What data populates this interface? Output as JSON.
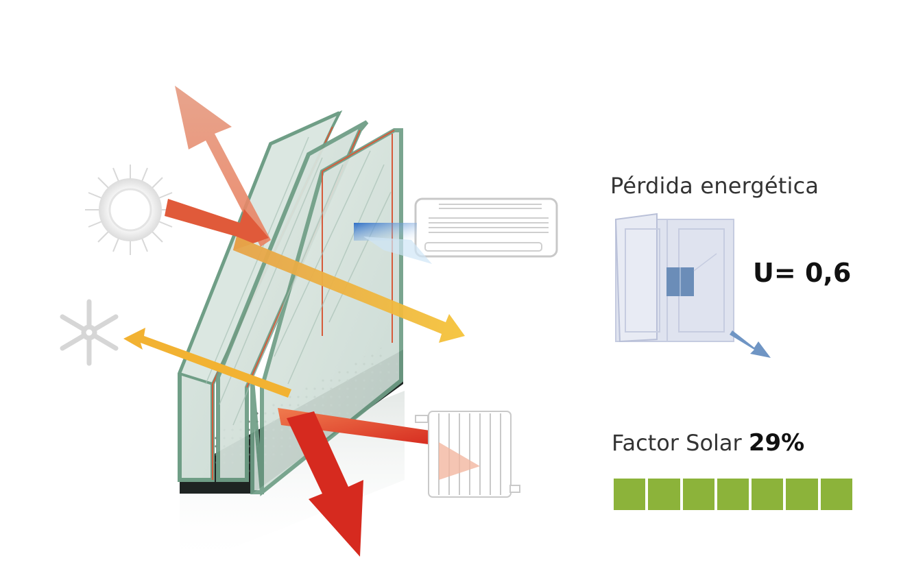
{
  "energy_loss": {
    "title": "Pérdida energética",
    "u_label": "U=",
    "u_value": "0,6"
  },
  "solar_factor": {
    "label": "Factor Solar",
    "value": "29%",
    "bar_segments": 7,
    "bar_color": "#8cb33a"
  },
  "icons": [
    "sun-icon",
    "snowflake-icon",
    "air-conditioner-icon",
    "radiator-icon",
    "window-icon"
  ],
  "colors": {
    "glass_edge": "#6f9e86",
    "heat_arrow_red": "#d93222",
    "heat_arrow_orange": "#e8643a",
    "light_arrow_yellow": "#f2b232",
    "cool_air_blue": "#3a78c8"
  }
}
